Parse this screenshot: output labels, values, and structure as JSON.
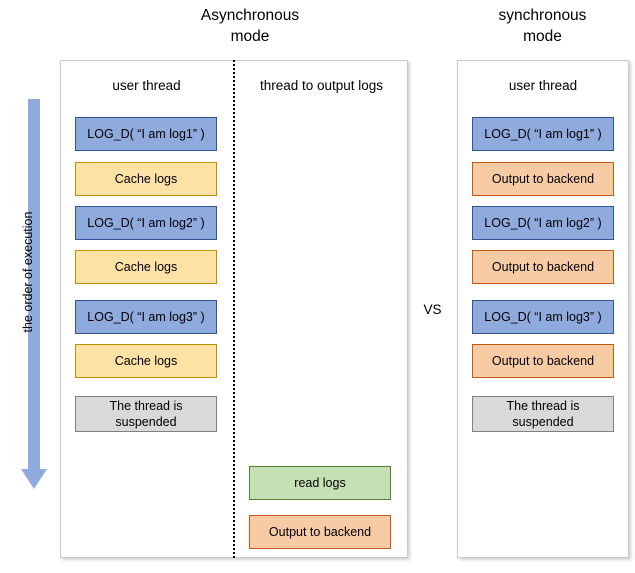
{
  "diagram": {
    "titles": {
      "async": "Asynchronous\nmode",
      "sync": "synchronous\nmode"
    },
    "vs_label": "VS",
    "execution_axis": {
      "label": "the order of execution",
      "arrow_direction": "down",
      "arrow_color": "#8FAADC"
    },
    "colors": {
      "blue_fill": "#8FAADC",
      "blue_border": "#2F5597",
      "yellow_fill": "#FCE2A5",
      "yellow_border": "#BF8F00",
      "orange_fill": "#F7CBA4",
      "orange_border": "#C55A11",
      "green_fill": "#C5E0B4",
      "green_border": "#548235",
      "gray_fill": "#D9D9D9",
      "gray_border": "#808080",
      "panel_border": "#C9C9C9"
    },
    "async_panel": {
      "columns": [
        {
          "header": "user thread",
          "steps": [
            {
              "label": "LOG_D( “I am log1” )",
              "kind": "blue"
            },
            {
              "label": "Cache logs",
              "kind": "yellow"
            },
            {
              "label": "LOG_D( “I am log2” )",
              "kind": "blue"
            },
            {
              "label": "Cache logs",
              "kind": "yellow"
            },
            {
              "label": "LOG_D( “I am log3” )",
              "kind": "blue"
            },
            {
              "label": "Cache logs",
              "kind": "yellow"
            },
            {
              "label": "The thread is\nsuspended",
              "kind": "gray"
            }
          ]
        },
        {
          "header": "thread to output logs",
          "steps": [
            {
              "label": "read logs",
              "kind": "green"
            },
            {
              "label": "Output to backend",
              "kind": "orange"
            }
          ]
        }
      ]
    },
    "sync_panel": {
      "columns": [
        {
          "header": "user thread",
          "steps": [
            {
              "label": "LOG_D( “I am log1” )",
              "kind": "blue"
            },
            {
              "label": "Output to backend",
              "kind": "orange"
            },
            {
              "label": "LOG_D( “I am log2” )",
              "kind": "blue"
            },
            {
              "label": "Output to backend",
              "kind": "orange"
            },
            {
              "label": "LOG_D( “I am log3” )",
              "kind": "blue"
            },
            {
              "label": "Output to backend",
              "kind": "orange"
            },
            {
              "label": "The thread is\nsuspended",
              "kind": "gray"
            }
          ]
        }
      ]
    }
  }
}
